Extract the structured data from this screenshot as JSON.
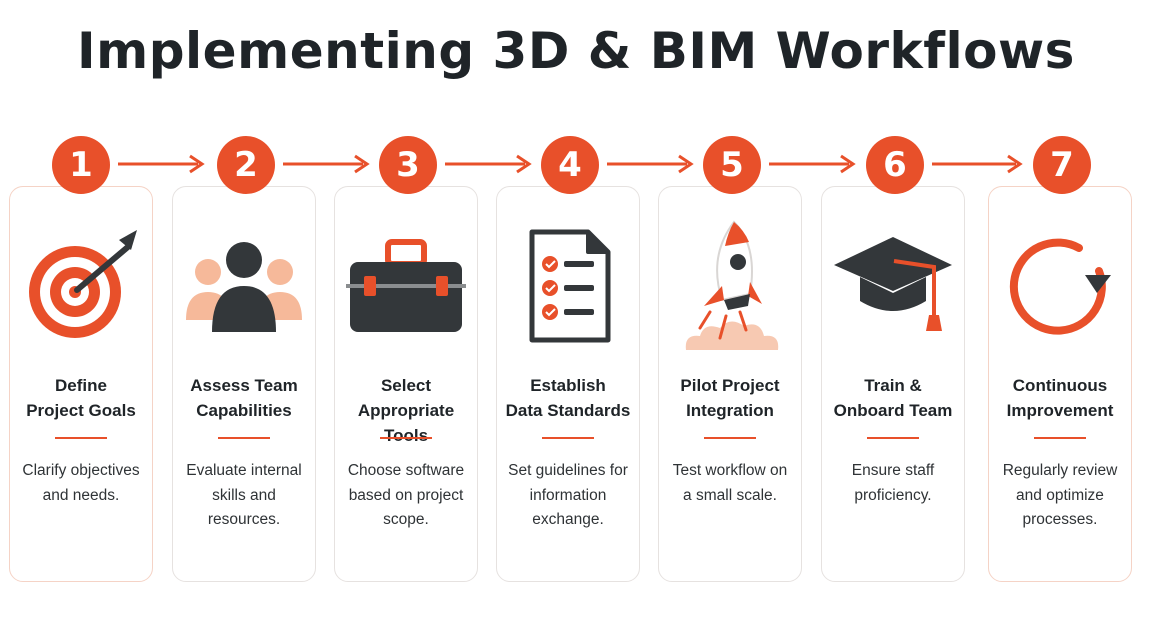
{
  "title": "Implementing 3D & BIM Workflows",
  "accent_color": "#e8502a",
  "steps": [
    {
      "number": "1",
      "title_lines": [
        "Define",
        "Project Goals"
      ],
      "desc_lines": [
        "Clarify objectives",
        "and needs."
      ],
      "icon": "target-icon"
    },
    {
      "number": "2",
      "title_lines": [
        "Assess Team",
        "Capabilities"
      ],
      "desc_lines": [
        "Evaluate internal",
        "skills and",
        "resources."
      ],
      "icon": "team-icon"
    },
    {
      "number": "3",
      "title_lines": [
        "Select",
        "Appropriate Tools"
      ],
      "desc_lines": [
        "Choose software",
        "based on project",
        "scope."
      ],
      "icon": "toolbox-icon"
    },
    {
      "number": "4",
      "title_lines": [
        "Establish",
        "Data Standards"
      ],
      "desc_lines": [
        "Set guidelines for",
        "information",
        "exchange."
      ],
      "icon": "checklist-icon"
    },
    {
      "number": "5",
      "title_lines": [
        "Pilot Project",
        "Integration"
      ],
      "desc_lines": [
        "Test workflow on",
        "a small scale."
      ],
      "icon": "rocket-icon"
    },
    {
      "number": "6",
      "title_lines": [
        "Train &",
        "Onboard Team"
      ],
      "desc_lines": [
        "Ensure staff",
        "proficiency."
      ],
      "icon": "graduation-cap-icon"
    },
    {
      "number": "7",
      "title_lines": [
        "Continuous",
        "Improvement"
      ],
      "desc_lines": [
        "Regularly review",
        "and optimize",
        "processes."
      ],
      "icon": "cycle-icon"
    }
  ]
}
